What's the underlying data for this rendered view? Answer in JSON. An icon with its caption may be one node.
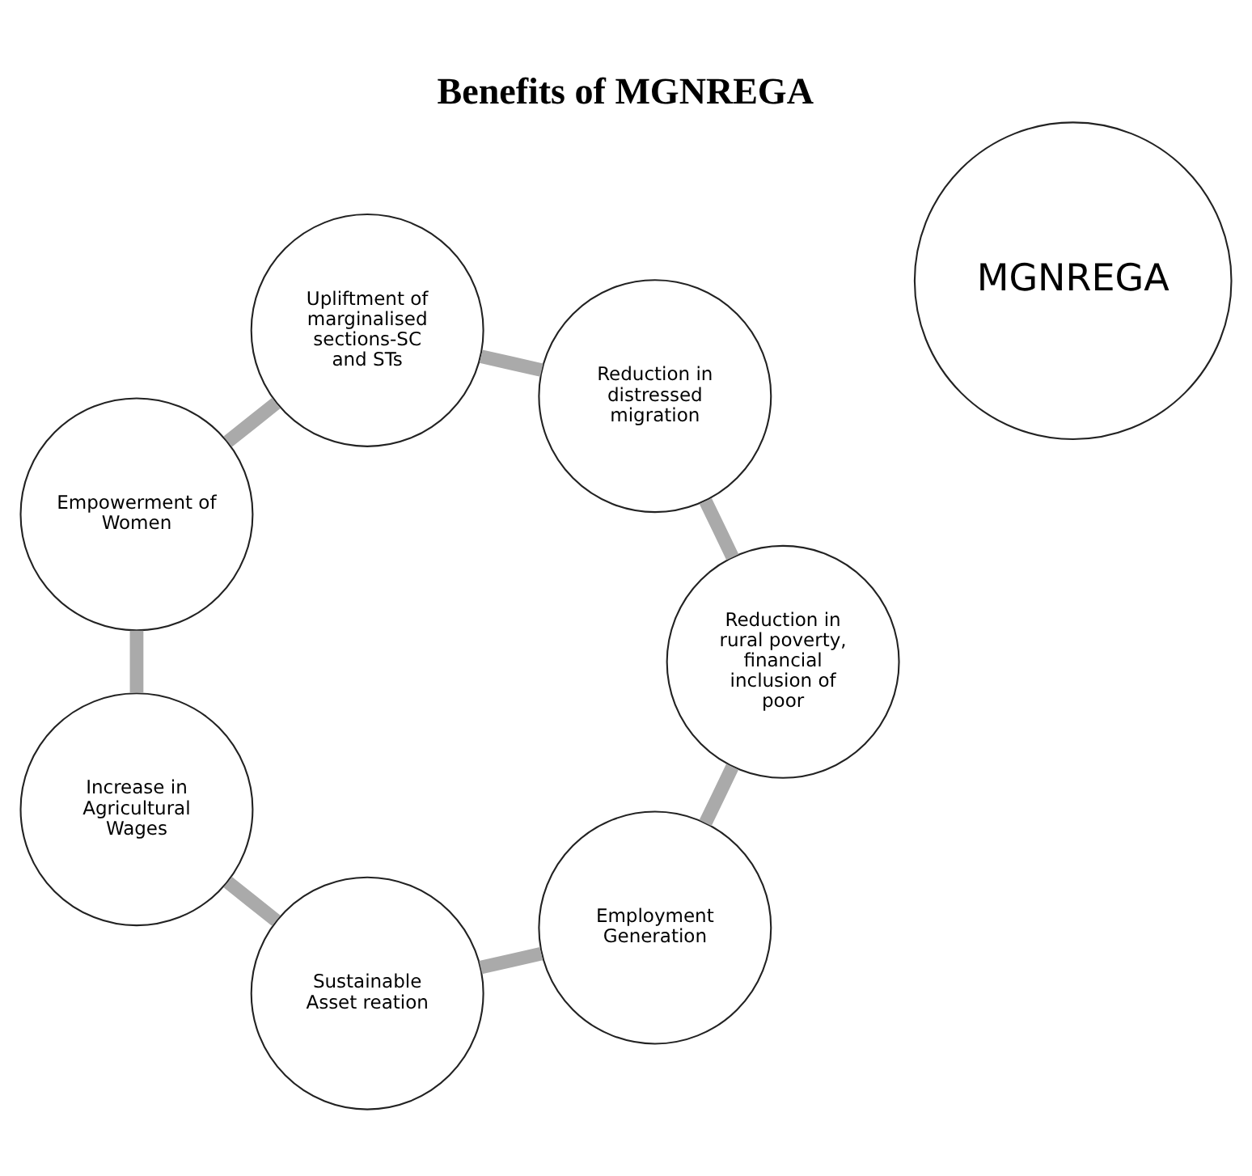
{
  "diagram": {
    "title": "Benefits of MGNREGA",
    "nodes": [
      {
        "text": [
          "MGNREGA"
        ]
      },
      {
        "text": [
          "Employment Generation"
        ]
      },
      {
        "text": [
          "Sustainable Asset reation"
        ]
      },
      {
        "text": [
          "Increase in Agricultural Wages"
        ]
      },
      {
        "text": [
          "Empowerment of Women"
        ]
      },
      {
        "text": [
          "Upliftment of marginalised sections-SC and STs"
        ]
      },
      {
        "text": [
          "Reduction in distressed migration"
        ]
      },
      {
        "text": [
          "Reduction in rural poverty, financial inclusion of poor"
        ]
      }
    ],
    "edges": [
      {
        "from": 1,
        "to": 2,
        "arrow": "none"
      },
      {
        "from": 2,
        "to": 3,
        "arrow": "none"
      },
      {
        "from": 3,
        "to": 4,
        "arrow": "none"
      },
      {
        "from": 4,
        "to": 5,
        "arrow": "none"
      },
      {
        "from": 5,
        "to": 6,
        "arrow": "none"
      },
      {
        "from": 6,
        "to": 7,
        "arrow": "none"
      },
      {
        "from": 7,
        "to": 1,
        "arrow": "none"
      }
    ]
  }
}
